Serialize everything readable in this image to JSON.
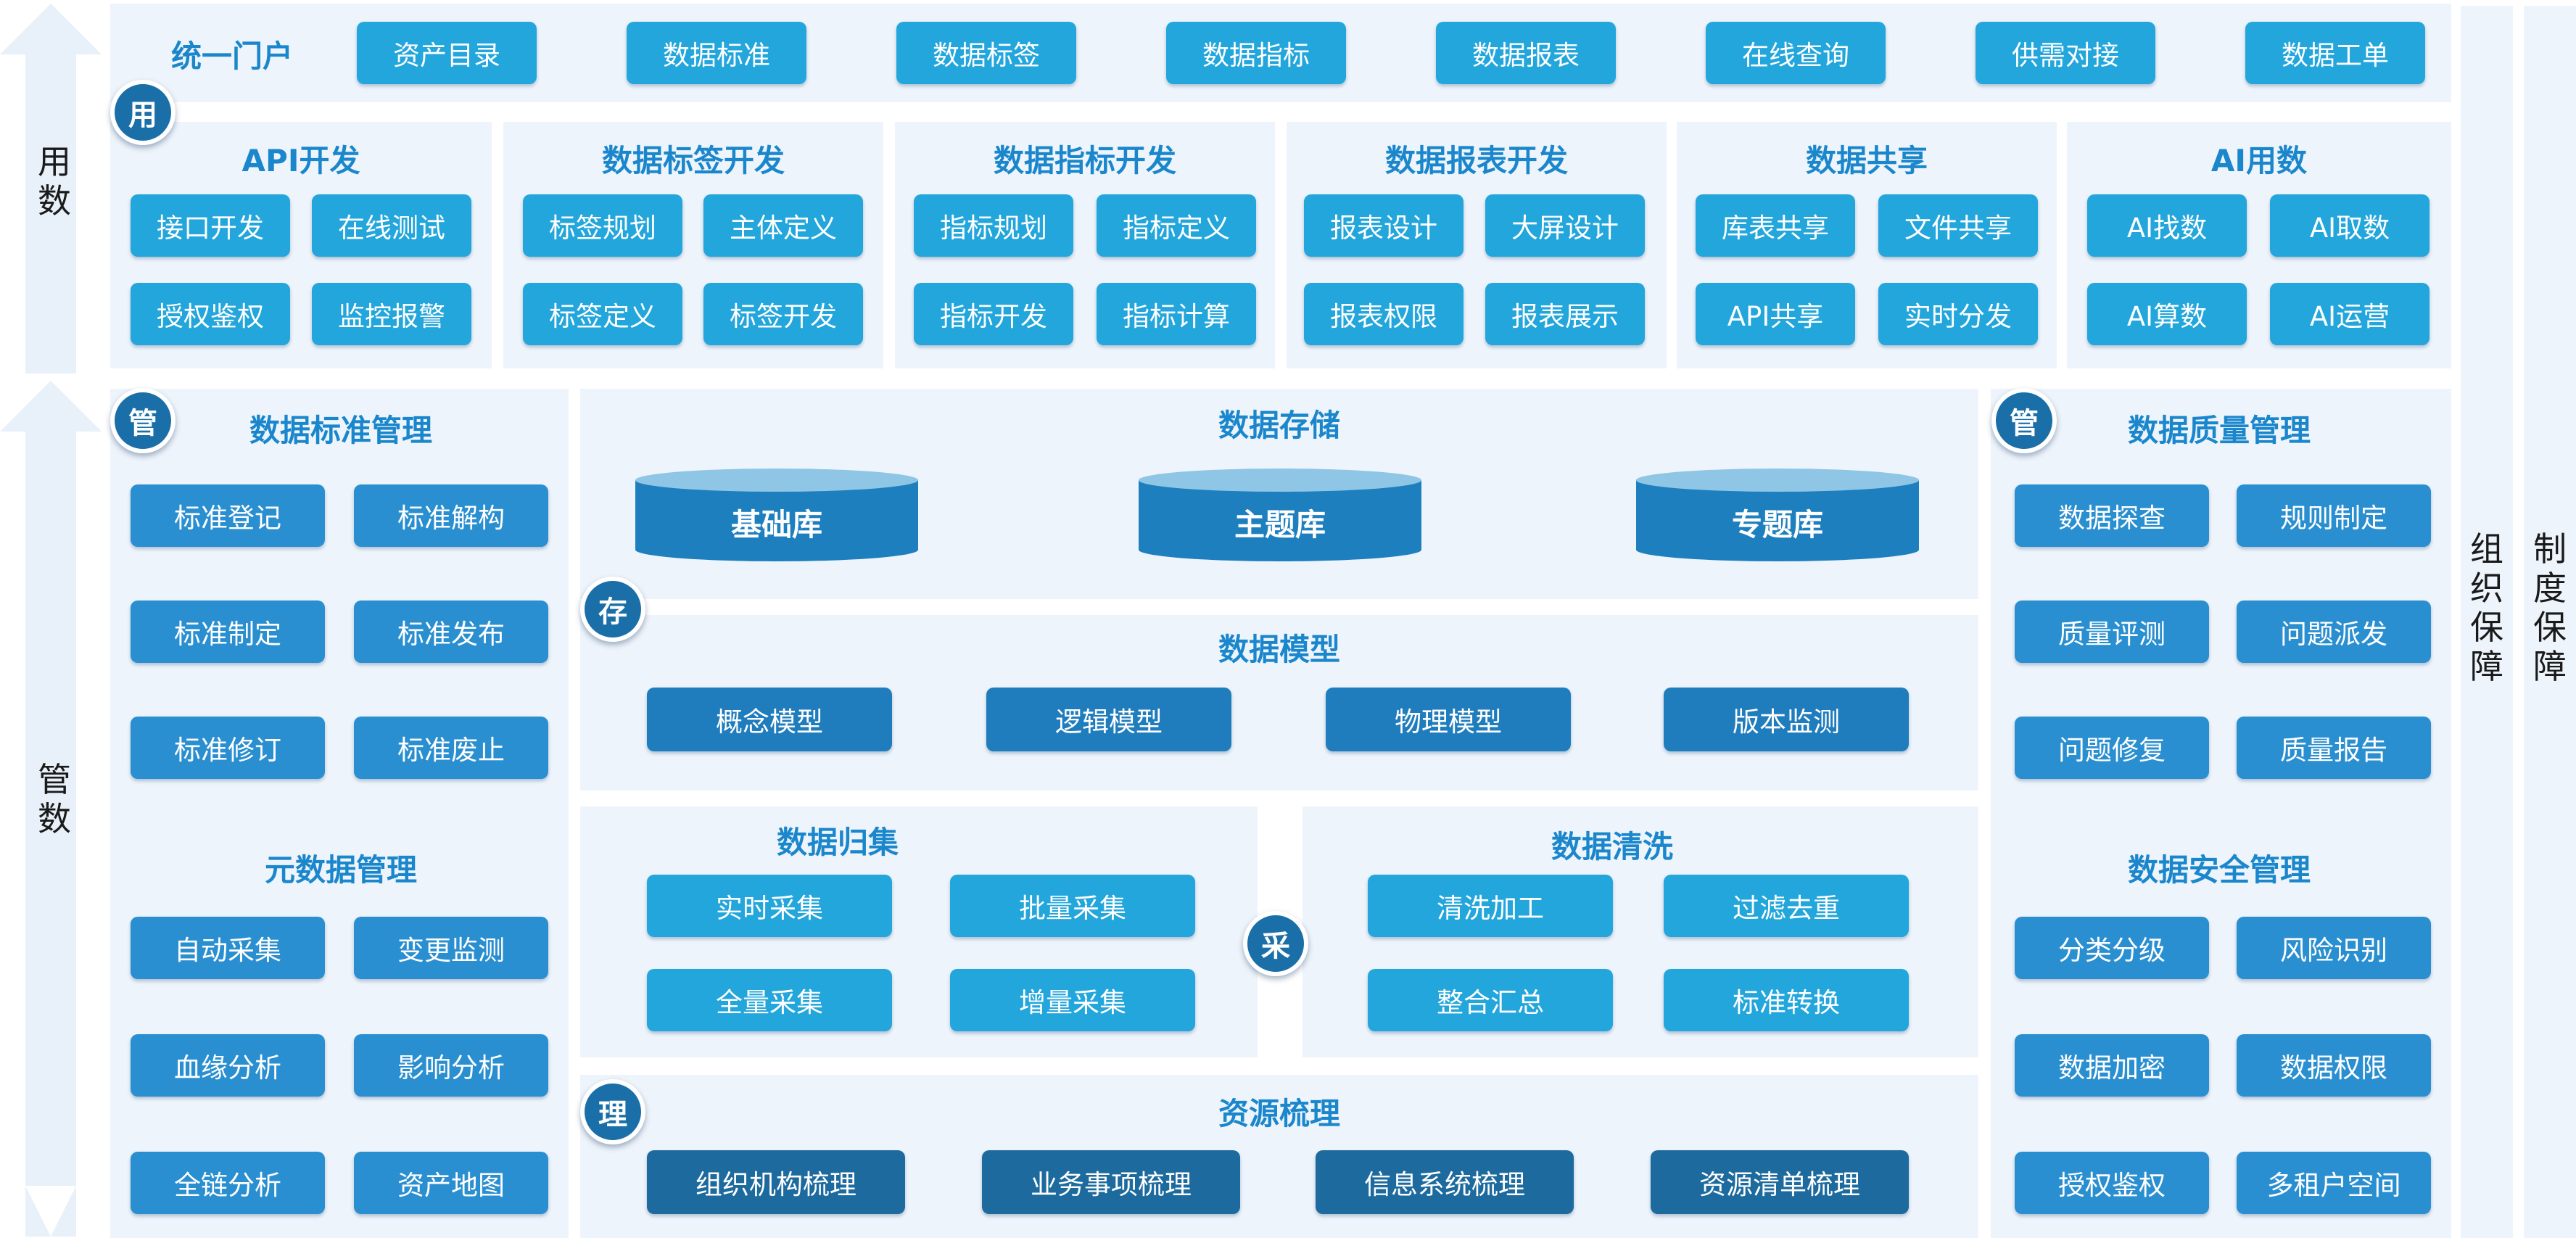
{
  "left_labels": {
    "use": "用\n数",
    "manage": "管\n数"
  },
  "right_labels": {
    "org": "组\n织\n保\n障",
    "system": "制\n度\n保\n障"
  },
  "portal": {
    "title": "统一门户",
    "items": [
      "资产目录",
      "数据标准",
      "数据标签",
      "数据指标",
      "数据报表",
      "在线查询",
      "供需对接",
      "数据工单"
    ]
  },
  "badges": {
    "use": "用",
    "manage_left": "管",
    "manage_right": "管",
    "store": "存",
    "collect": "采",
    "arrange": "理"
  },
  "dev_panels": [
    {
      "title": "API开发",
      "items": [
        "接口开发",
        "在线测试",
        "授权鉴权",
        "监控报警"
      ]
    },
    {
      "title": "数据标签开发",
      "items": [
        "标签规划",
        "主体定义",
        "标签定义",
        "标签开发"
      ]
    },
    {
      "title": "数据指标开发",
      "items": [
        "指标规划",
        "指标定义",
        "指标开发",
        "指标计算"
      ]
    },
    {
      "title": "数据报表开发",
      "items": [
        "报表设计",
        "大屏设计",
        "报表权限",
        "报表展示"
      ]
    },
    {
      "title": "数据共享",
      "items": [
        "库表共享",
        "文件共享",
        "API共享",
        "实时分发"
      ]
    },
    {
      "title": "AI用数",
      "items": [
        "AI找数",
        "AI取数",
        "AI算数",
        "AI运营"
      ]
    }
  ],
  "standard_mgmt": {
    "title": "数据标准管理",
    "items": [
      "标准登记",
      "标准解构",
      "标准制定",
      "标准发布",
      "标准修订",
      "标准废止"
    ]
  },
  "metadata_mgmt": {
    "title": "元数据管理",
    "items": [
      "自动采集",
      "变更监测",
      "血缘分析",
      "影响分析",
      "全链分析",
      "资产地图"
    ]
  },
  "storage": {
    "title": "数据存储",
    "items": [
      "基础库",
      "主题库",
      "专题库"
    ]
  },
  "model": {
    "title": "数据模型",
    "items": [
      "概念模型",
      "逻辑模型",
      "物理模型",
      "版本监测"
    ]
  },
  "collection": {
    "title": "数据归集",
    "items": [
      "实时采集",
      "批量采集",
      "全量采集",
      "增量采集"
    ]
  },
  "cleaning": {
    "title": "数据清洗",
    "items": [
      "清洗加工",
      "过滤去重",
      "整合汇总",
      "标准转换"
    ]
  },
  "resources": {
    "title": "资源梳理",
    "items": [
      "组织机构梳理",
      "业务事项梳理",
      "信息系统梳理",
      "资源清单梳理"
    ]
  },
  "quality_mgmt": {
    "title": "数据质量管理",
    "items": [
      "数据探查",
      "规则制定",
      "质量评测",
      "问题派发",
      "问题修复",
      "质量报告"
    ]
  },
  "security_mgmt": {
    "title": "数据安全管理",
    "items": [
      "分类分级",
      "风险识别",
      "数据加密",
      "数据权限",
      "授权鉴权",
      "多租户空间"
    ]
  }
}
